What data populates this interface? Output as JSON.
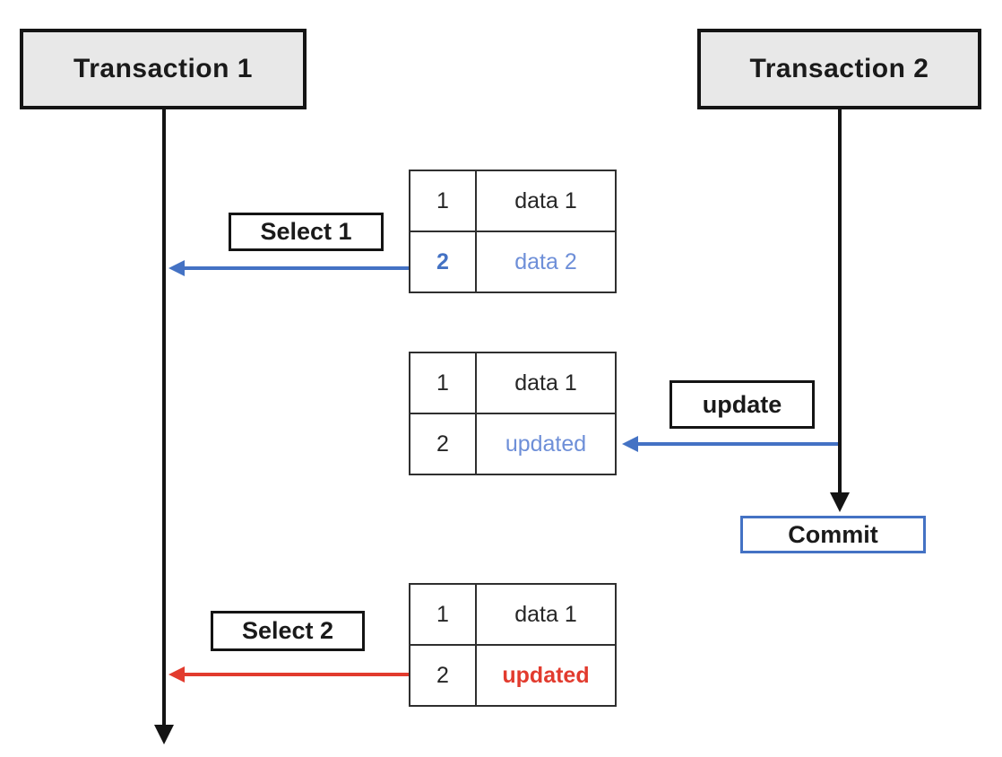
{
  "actors": [
    {
      "label": "Transaction 1"
    },
    {
      "label": "Transaction 2"
    }
  ],
  "operations": {
    "select1_label": "Select 1",
    "update_label": "update",
    "commit_label": "Commit",
    "select2_label": "Select 2"
  },
  "tables": [
    {
      "rows": [
        {
          "key": "1",
          "value": "data 1"
        },
        {
          "key": "2",
          "value": "data 2"
        }
      ]
    },
    {
      "rows": [
        {
          "key": "1",
          "value": "data 1"
        },
        {
          "key": "2",
          "value": "updated"
        }
      ]
    },
    {
      "rows": [
        {
          "key": "1",
          "value": "data 1"
        },
        {
          "key": "2",
          "value": "updated"
        }
      ]
    }
  ],
  "colors": {
    "accent_blue": "#4472C4",
    "light_blue": "#6E8FD8",
    "alert_red": "#E23B2E",
    "actor_fill": "#E8E8E8",
    "line_black": "#141414",
    "table_border": "#2F2F2F"
  }
}
